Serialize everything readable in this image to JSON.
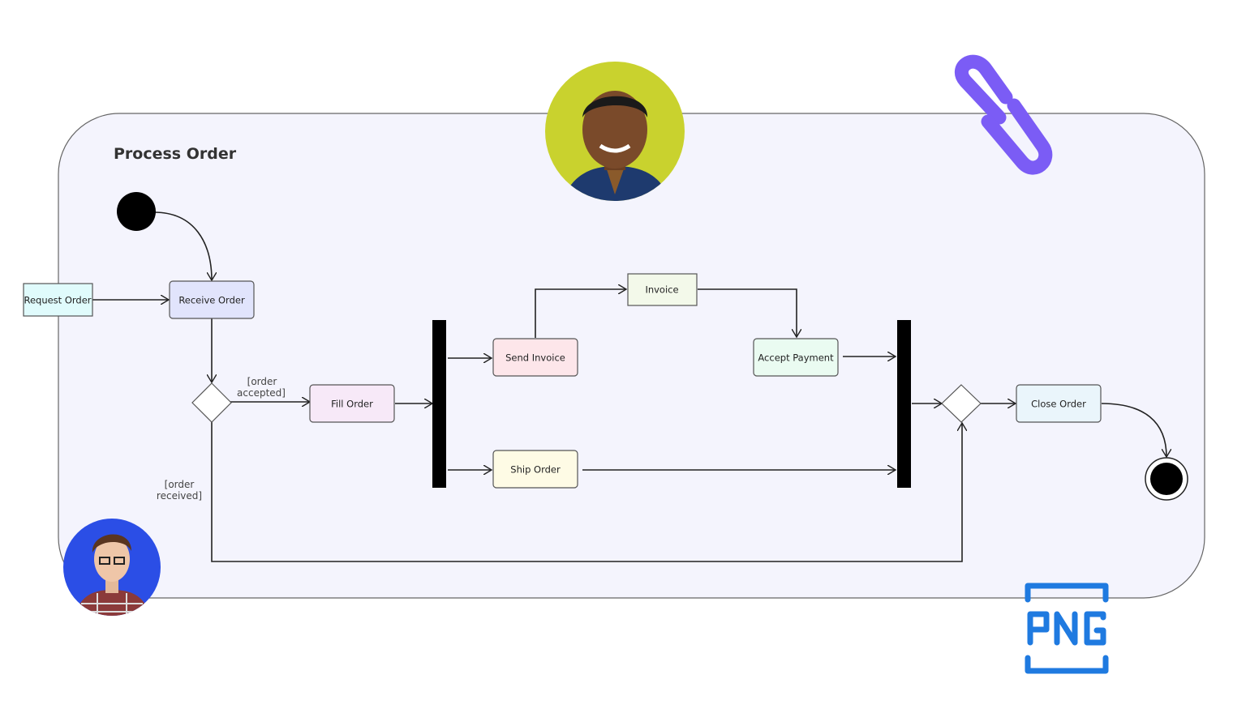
{
  "diagram": {
    "title": "Process Order",
    "nodes": {
      "request_order": "Request Order",
      "receive_order": "Receive Order",
      "fill_order": "Fill Order",
      "send_invoice": "Send Invoice",
      "invoice": "Invoice",
      "accept_payment": "Accept Payment",
      "ship_order": "Ship Order",
      "close_order": "Close Order"
    },
    "guards": {
      "accepted_1": "[order",
      "accepted_2": "accepted]",
      "received_1": "[order",
      "received_2": "received]"
    }
  },
  "badges": {
    "png_icon": "PNG"
  },
  "colors": {
    "container_bg": "#f4f4fd",
    "link_icon": "#7b5cf5",
    "png_icon": "#1f7ae0",
    "avatar_top_bg": "#c9d22e",
    "avatar_bottom_bg": "#2b4ee6"
  }
}
